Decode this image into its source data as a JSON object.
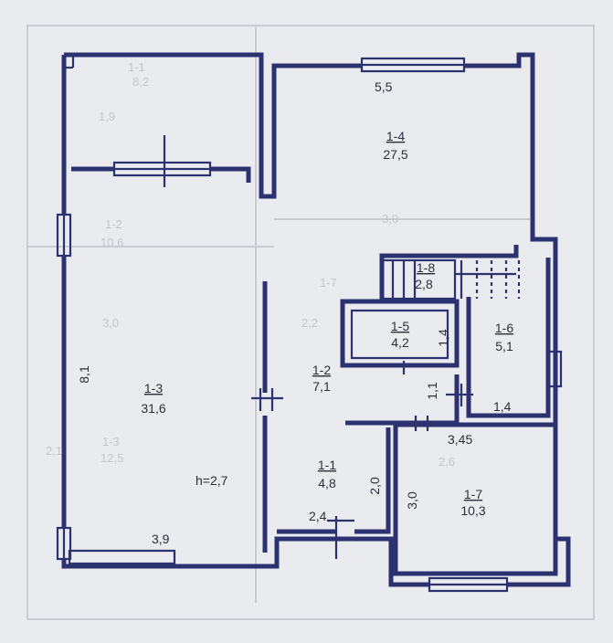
{
  "rooms": {
    "r14": {
      "id": "1-4",
      "area": "27,5"
    },
    "r13": {
      "id": "1-3",
      "area": "31,6"
    },
    "r12": {
      "id": "1-2",
      "area": "7,1"
    },
    "r11": {
      "id": "1-1",
      "area": "4,8"
    },
    "r15": {
      "id": "1-5",
      "area": "4,2"
    },
    "r16": {
      "id": "1-6",
      "area": "5,1"
    },
    "r17": {
      "id": "1-7",
      "area": "10,3"
    },
    "r18": {
      "id": "1-8",
      "area": "2,8"
    }
  },
  "dimensions": {
    "top_width": "5,5",
    "left_height": "8,1",
    "ceiling_height": "h=2,7",
    "bottom_left_width": "3,9",
    "bath_width": "2,4",
    "bath_height": "2,0",
    "r15_height": "1,4",
    "corridor_height": "1,1",
    "r16_width": "1,4",
    "r17_width": "3,45",
    "r17_height": "3,0"
  },
  "colors": {
    "wall": "#2c3270",
    "paper": "#e9ebee"
  }
}
